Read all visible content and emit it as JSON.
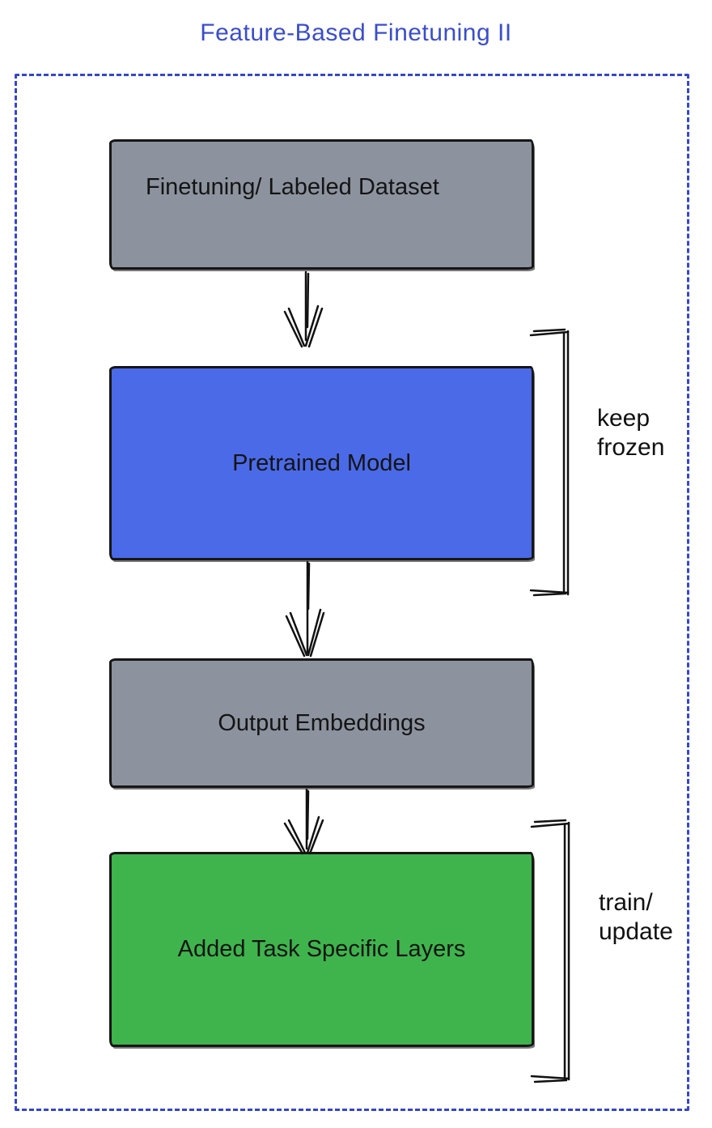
{
  "title": "Feature-Based Finetuning II",
  "colors": {
    "title_text": "#3B4EC8",
    "frame_border": "#3647C5",
    "gray_fill": "#8C939E",
    "blue_fill": "#4A6AE8",
    "green_fill": "#3FB44D",
    "line_stroke": "#111111"
  },
  "boxes": [
    {
      "label": "Finetuning/ Labeled Dataset"
    },
    {
      "label": "Pretrained Model"
    },
    {
      "label": "Output Embeddings"
    },
    {
      "label": "Added Task Specific Layers"
    }
  ],
  "annotations": [
    {
      "lines": [
        "keep",
        "frozen"
      ]
    },
    {
      "lines": [
        "train/",
        "update"
      ]
    }
  ]
}
